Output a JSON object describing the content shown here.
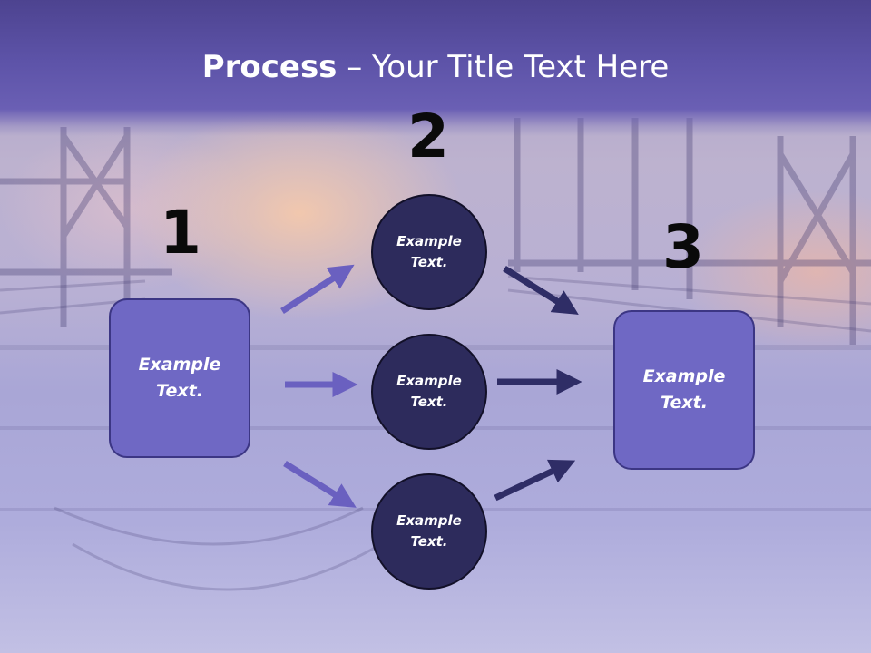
{
  "slide": {
    "title_bold": "Process",
    "title_rest": " – Your Title Text Here"
  },
  "steps": {
    "one": {
      "number": "1",
      "text": "Example\nText."
    },
    "two": {
      "number": "2"
    },
    "three": {
      "number": "3",
      "text": "Example\nText."
    }
  },
  "circles": [
    {
      "text": "Example\nText."
    },
    {
      "text": "Example\nText."
    },
    {
      "text": "Example\nText."
    }
  ],
  "colors": {
    "title_band": "#5d53a8",
    "box_fill": "#6f68c4",
    "circle_fill": "#2d2b5c",
    "arrow_light": "#6a60c0",
    "arrow_dark": "#2f2d66"
  }
}
